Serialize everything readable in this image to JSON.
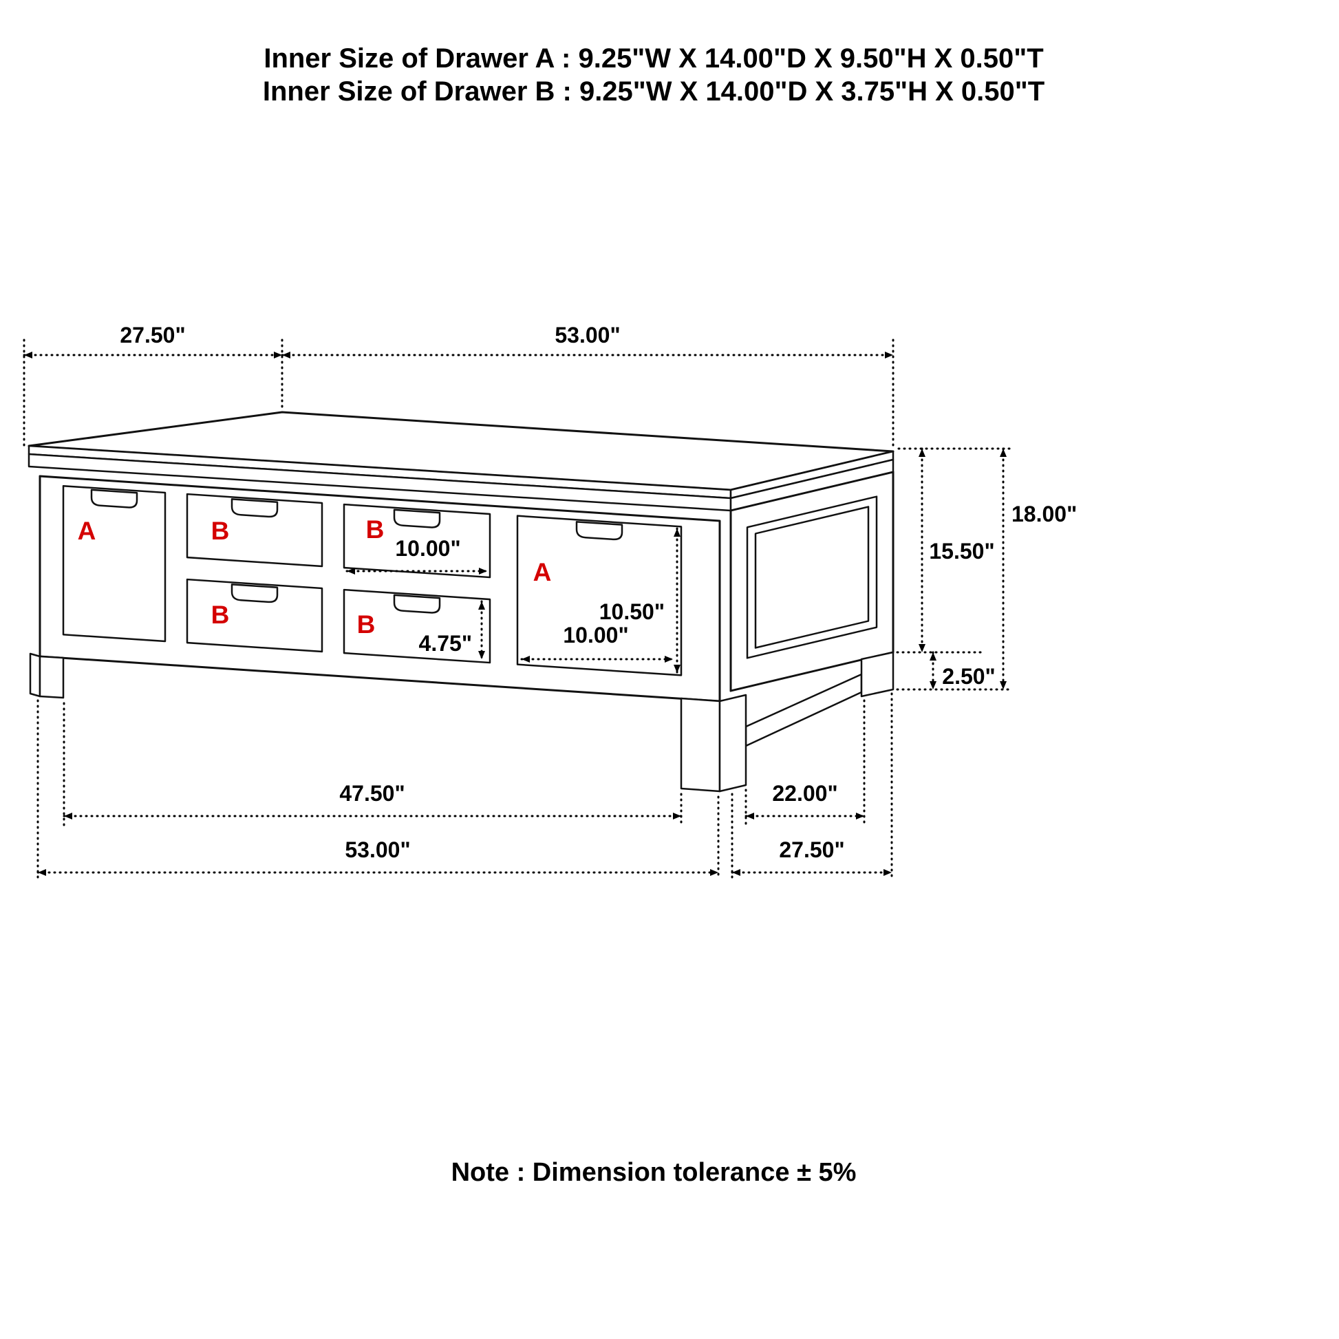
{
  "header": {
    "line1": "Inner Size of Drawer A : 9.25\"W X 14.00\"D X 9.50\"H X 0.50\"T",
    "line2": "Inner Size of Drawer B : 9.25\"W X 14.00\"D X 3.75\"H X 0.50\"T"
  },
  "note": "Note : Dimension tolerance ± 5%",
  "colors": {
    "line": "#111111",
    "dimension_text": "#000000",
    "drawer_letter": "#d40000",
    "background": "#ffffff"
  },
  "drawer_letters": [
    "A",
    "B",
    "B",
    "B",
    "B",
    "A"
  ],
  "dimensions": {
    "top_depth": "27.50\"",
    "top_width": "53.00\"",
    "height_total": "18.00\"",
    "height_to_rail": "15.50\"",
    "ground_clearance": "2.50\"",
    "drawer_b_width": "10.00\"",
    "drawer_a_height": "10.50\"",
    "drawer_b_height": "4.75\"",
    "drawer_a_width": "10.00\"",
    "front_inner_width": "47.50\"",
    "side_inner_width": "22.00\"",
    "bottom_width": "53.00\"",
    "bottom_depth": "27.50\""
  }
}
